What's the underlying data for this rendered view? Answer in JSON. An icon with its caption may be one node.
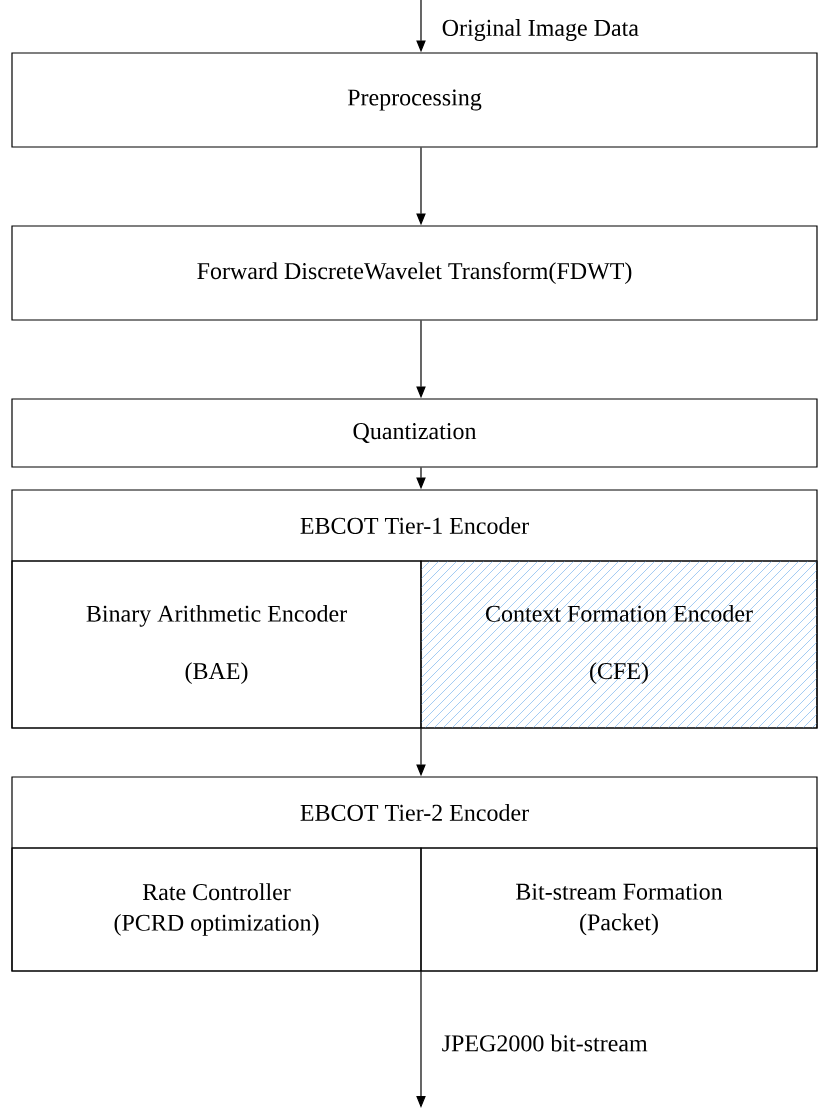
{
  "diagram": {
    "nodes": [
      {
        "text": [
          "Preprocessing"
        ]
      },
      {
        "text": [
          "Forward DiscreteWavelet Transform(FDWT)"
        ]
      },
      {
        "text": [
          "Quantization"
        ]
      },
      {
        "text": [
          "EBCOT Tier-1 Encoder"
        ]
      },
      {
        "text": [
          "Binary Arithmetic Encoder",
          "(BAE)"
        ],
        "in": 3
      },
      {
        "text": [
          "Context Formation Encoder",
          "(CFE)"
        ],
        "in": 3
      },
      {
        "text": [
          "EBCOT Tier-2 Encoder"
        ]
      },
      {
        "text": [
          "Rate Controller",
          "(PCRD optimization)"
        ],
        "in": 6
      },
      {
        "text": [
          "Bit-stream Formation",
          "(Packet)"
        ],
        "in": 6
      }
    ],
    "edges": [
      {
        "from": null,
        "to": 0,
        "arrow": "to",
        "label": "Original Image Data"
      },
      {
        "from": 0,
        "to": 1,
        "arrow": "to"
      },
      {
        "from": 1,
        "to": 2,
        "arrow": "to"
      },
      {
        "from": 2,
        "to": 3,
        "arrow": "to"
      },
      {
        "from": 3,
        "to": 6,
        "arrow": "to"
      },
      {
        "from": 6,
        "to": null,
        "arrow": "to",
        "label": "JPEG2000 bit-stream"
      }
    ]
  }
}
